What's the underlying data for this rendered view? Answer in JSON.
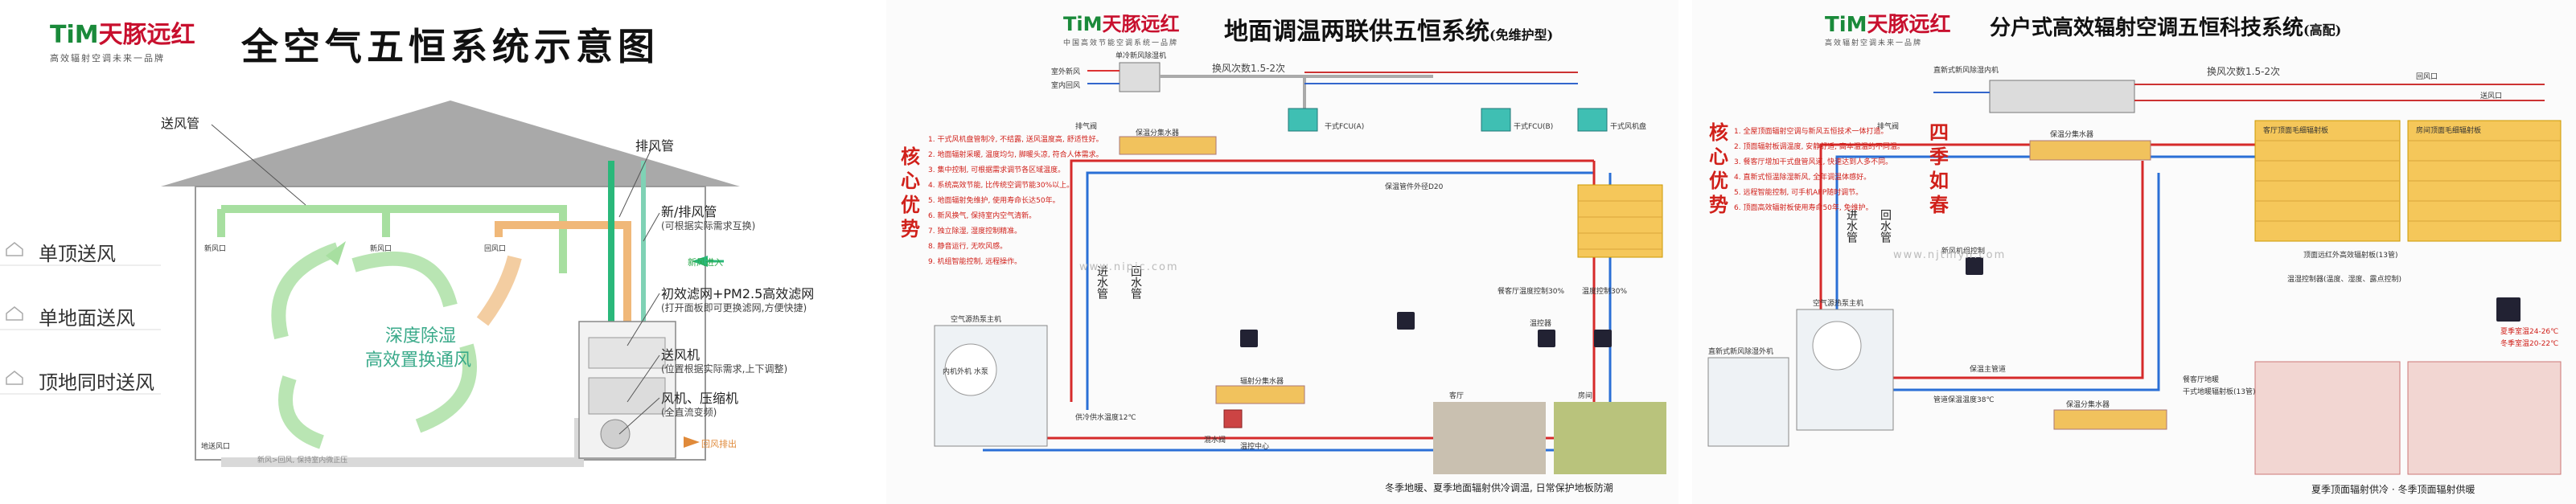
{
  "brand": {
    "latin": "TiM",
    "chinese": "天豚远红",
    "tagline": "高效辐射空调未来一品牌"
  },
  "panel1": {
    "title": "全空气五恒系统示意图",
    "modes": [
      "单顶送风",
      "单地面送风",
      "顶地同时送风"
    ],
    "labels": {
      "supply_duct": "送风管",
      "exhaust_duct": "排风管",
      "fresh_exhaust_duct": "新/排风管",
      "fresh_exhaust_note": "(可根据实际需求互换)",
      "fresh_in": "新风进入",
      "filter": "初效滤网+PM2.5高效滤网",
      "filter_note": "(打开面板即可更换滤网,方便快捷)",
      "blower": "送风机",
      "blower_note": "(位置根据实际需求,上下调整)",
      "fan_comp": "风机、压缩机",
      "fan_comp_note": "(全直流变频)",
      "return_out": "回风排出",
      "center1": "深度除湿",
      "center2": "高效置换通风",
      "vent_new1": "新风口",
      "vent_new2": "新风口",
      "vent_return": "回风口",
      "vent_supply": "地送风口",
      "floor_note": "新风>回风, 保持室内微正压"
    }
  },
  "panel2": {
    "tagline": "中国高效节能空调系统一品牌",
    "title": "地面调温两联供五恒系统",
    "title_note": "(免维护型)",
    "core": [
      "核",
      "心",
      "优",
      "势"
    ],
    "list": [
      "1. 干式风机盘管制冷, 不结露, 送风温度高, 舒适性好。",
      "2. 地面辐射采暖, 温度均匀, 脚暖头凉, 符合人体需求。",
      "3. 集中控制, 可根据需求调节各区域温度。",
      "4. 系统高效节能, 比传统空调节能30%以上。",
      "5. 地面辐射免维护, 使用寿命长达50年。",
      "6. 新风换气, 保持室内空气清新。",
      "7. 独立除湿, 湿度控制精准。",
      "8. 静音运行, 无吹风感。",
      "9. 机组智能控制, 远程操作。"
    ],
    "labels": {
      "fresh_unit": "单冷新风除湿机",
      "fresh_in": "室外新风",
      "return_air": "室内回风",
      "air_change": "换风次数1.5-2次",
      "exhaust": "排气阀",
      "manifold1": "保温分集水器",
      "manifold2": "辐射分集水器",
      "fcu1": "干式FCU(A)",
      "fcu2": "干式FCU(B)",
      "fcu3": "干式风机盘",
      "insulation": "保温管件外径D20",
      "supply_pipe": "进水管",
      "return_pipe": "回水管",
      "heatpump": "空气源热泵主机",
      "heatpump_note": "内机外机  水泵",
      "supply_temp": "供冷供水温度12℃",
      "ctrl_center": "温控中心",
      "room1": "客厅",
      "room2": "房间",
      "ctrl1": "餐客厅温度控制30%",
      "ctrl2": "温度控制30%",
      "mixer": "混水阀",
      "thermo": "温控器",
      "caption": "冬季地暖、夏季地面辐射供冷调温, 日常保护地板防潮",
      "watermark": "www.nipic.com"
    }
  },
  "panel3": {
    "title": "分户式高效辐射空调五恒科技系统",
    "title_note": "(高配)",
    "core": [
      "核",
      "心",
      "优",
      "势"
    ],
    "season": [
      "四",
      "季",
      "如",
      "春"
    ],
    "list": [
      "1. 全屋顶面辐射空调与新风五恒技术一体打造。",
      "2. 顶面辐射板调温度, 安静舒适, 高本温温的不同温。",
      "3. 餐客厅增加干式盘管风道, 快速达到人多不同。",
      "4. 直新式恒温除湿新风, 全年调温体感好。",
      "5. 远程智能控制, 可手机APP随时调节。",
      "6. 顶面高效辐射板使用寿命50年, 免维护。"
    ],
    "labels": {
      "dehumid": "直新式新风除湿内机",
      "air_change": "换风次数1.5-2次",
      "return1": "回风口",
      "return2": "送风口",
      "exhaust": "排气阀",
      "manifold": "保温分集水器",
      "panel_top1": "客厅顶面毛细辐射板",
      "panel_top2": "房间顶面毛细辐射板",
      "ceil_note": "顶面远红外高效辐射板(13管)",
      "fresh_unit": "新风机组控制",
      "supply_pipe": "进水管",
      "return_pipe": "回水管",
      "heatpump": "空气源热泵主机",
      "outdoor": "直新式新风除湿外机",
      "main_pipe": "保温主管道",
      "main_pipe2": "管道保温温度38℃",
      "ctrl_label": "温湿控制器(温度、湿度、露点控制)",
      "summer": "夏季室温24-26℃",
      "winter": "冬季室温20-22℃",
      "manifold2": "保温分集水器",
      "floor_note": "餐客厅地暖",
      "floor_note2": "干式地暖辐射板(13管)",
      "caption": "夏季顶面辐射供冷 · 冬季顶面辐射供暖",
      "watermark": "www.njtmyh.com"
    }
  }
}
